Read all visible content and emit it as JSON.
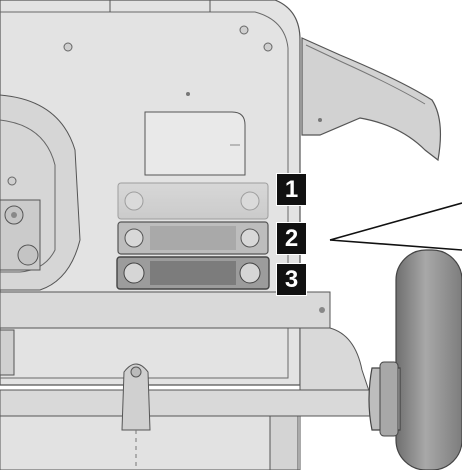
{
  "figure": {
    "callouts": [
      {
        "label": "1"
      },
      {
        "label": "2"
      },
      {
        "label": "3"
      }
    ]
  },
  "colors": {
    "frame_fill": "#e4e4e4",
    "outline": "#555555",
    "callout_bg": "#111111",
    "callout_text": "#ffffff",
    "tire": "#8a8a8a"
  }
}
